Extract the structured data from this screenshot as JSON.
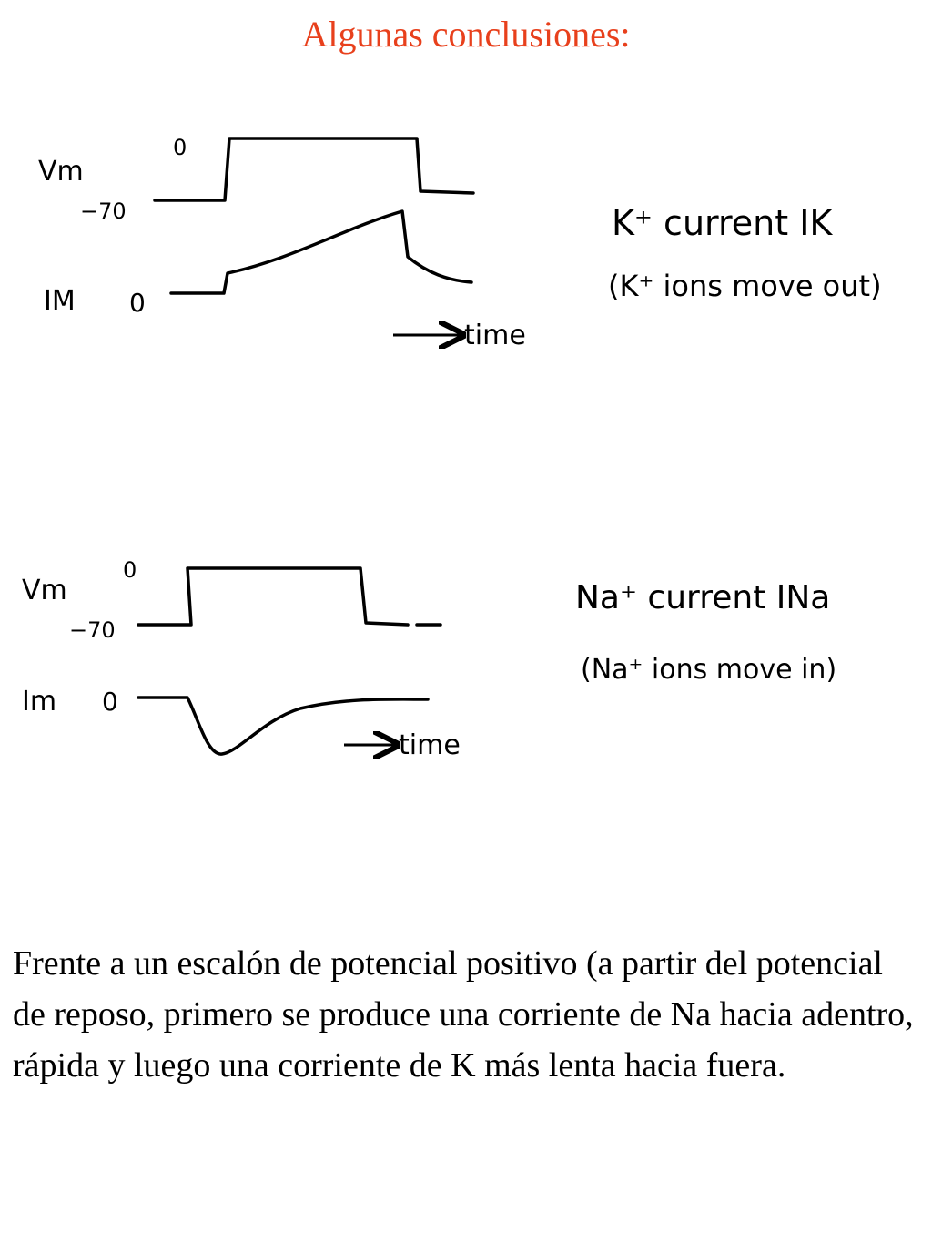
{
  "title": "Algunas conclusiones:",
  "colors": {
    "title": "#e8401c",
    "ink": "#000000",
    "background": "#ffffff"
  },
  "k_diagram": {
    "vm_label": "Vm",
    "vm_zero": "0",
    "vm_rest": "−70",
    "im_label": "IM",
    "im_zero": "0",
    "time_label": "time",
    "current_label": "K⁺ current IK",
    "ions_label": "(K⁺ ions move out)"
  },
  "na_diagram": {
    "vm_label": "Vm",
    "vm_zero": "0",
    "vm_rest": "−70",
    "im_label": "Im",
    "im_zero": "0",
    "time_label": "time",
    "current_label": "Na⁺ current INa",
    "ions_label": "(Na⁺ ions move in)"
  },
  "conclusion": "Frente a un escalón de potencial positivo (a partir del potencial de reposo, primero se produce una corriente de Na hacia adentro, rápida y luego una corriente de K más lenta hacia fuera."
}
